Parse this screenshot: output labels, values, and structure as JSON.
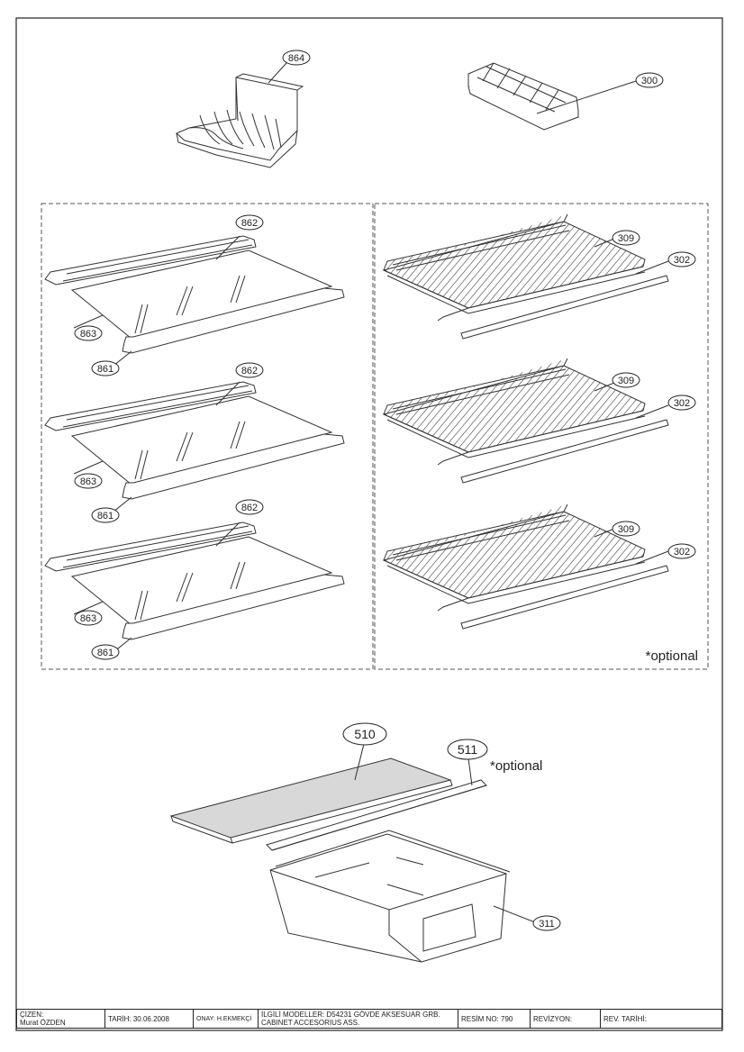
{
  "parts": {
    "rack_top": "864",
    "ice_tray": "300",
    "glass_shelf_frame_back": "862",
    "glass_shelf_glass": "863",
    "glass_shelf_frame_front": "861",
    "wire_shelf": "309",
    "wire_shelf_trim": "302",
    "crisper_cover": "510",
    "cover_trim": "511",
    "crisper_drawer": "311"
  },
  "notes": {
    "optional_wire": "*optional",
    "optional_trim": "*optional"
  },
  "title_block": {
    "drawn_by_label": "ÇİZEN:",
    "drawn_by": "Murat ÖZDEN",
    "date": "TARİH: 30.06.2008",
    "approved": "ONAY: H.EKMEKÇİ",
    "models_line1": "İLGİLİ MODELLER: D54231 GÖVDE AKSESUAR GRB.",
    "models_line2": "CABINET ACCESORIUS ASS.",
    "drawing_no": "RESİM NO: 790",
    "revision": "REVİZYON:",
    "rev_date": "REV. TARİHİ:"
  }
}
